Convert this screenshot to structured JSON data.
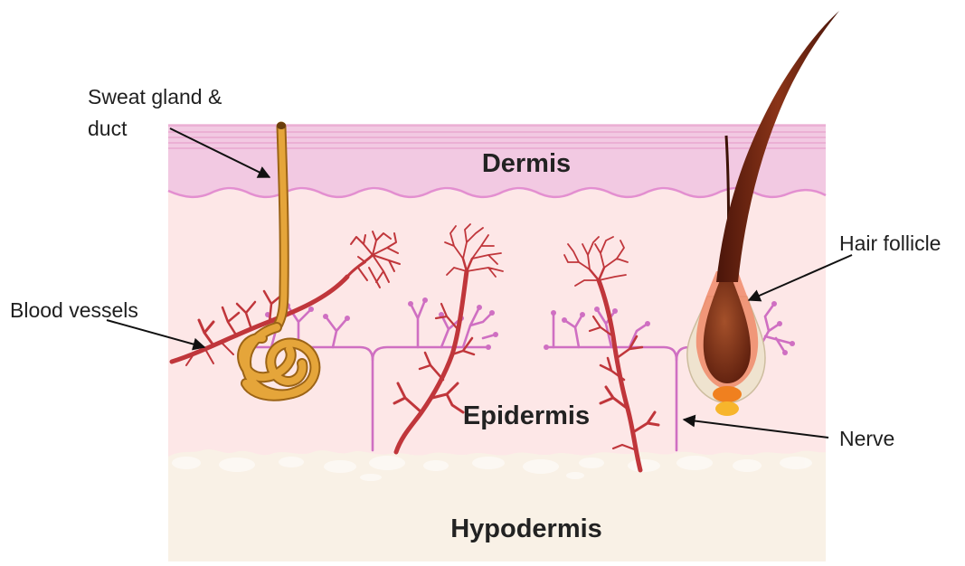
{
  "diagram": {
    "layers": {
      "top": "Dermis",
      "middle": "Epidermis",
      "bottom": "Hypodermis"
    },
    "callouts": {
      "sweat_gland_line1": "Sweat gland &",
      "sweat_gland_line2": "duct",
      "blood_vessels": "Blood vessels",
      "hair_follicle": "Hair follicle",
      "nerve": "Nerve"
    }
  },
  "colors": {
    "top_band": "#f2c9e2",
    "top_stripes": "#e7a2cb",
    "wave_line": "#e38fd0",
    "middle_tissue": "#fde7e7",
    "bottom_tissue": "#f9f1e6",
    "blood_vessel": "#c0363b",
    "nerve": "#cf6fc2",
    "sweat_gland": "#d9962e",
    "hair_shaft": "#6e2210",
    "follicle_sheath": "#efe3cf",
    "follicle_glow": "#f08a6a",
    "bulb_orange": "#f0801f",
    "bulb_yellow": "#f7b52c",
    "arrow": "#111111"
  }
}
